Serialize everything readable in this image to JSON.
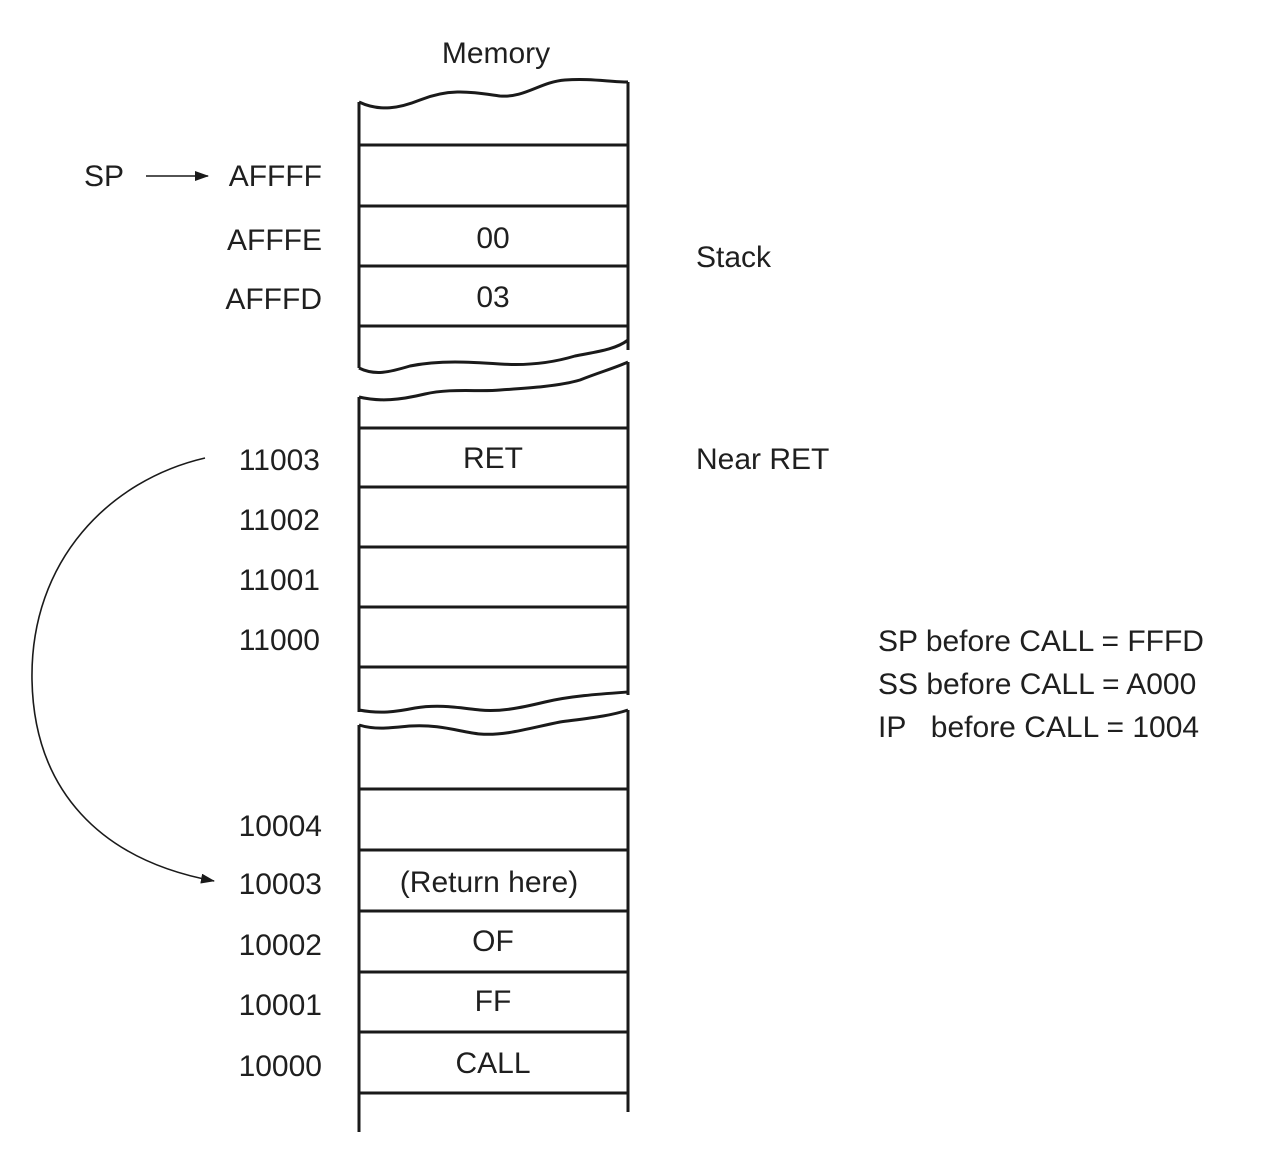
{
  "title": "Memory",
  "sp_pointer": {
    "label": "SP",
    "points_to": "AFFFF"
  },
  "stack_section": {
    "label": "Stack",
    "rows": [
      {
        "address": "AFFFF",
        "value": ""
      },
      {
        "address": "AFFFE",
        "value": "00"
      },
      {
        "address": "AFFFD",
        "value": "03"
      }
    ]
  },
  "ret_section": {
    "label": "Near RET",
    "rows": [
      {
        "address": "11003",
        "value": "RET"
      },
      {
        "address": "11002",
        "value": ""
      },
      {
        "address": "11001",
        "value": ""
      },
      {
        "address": "11000",
        "value": ""
      }
    ]
  },
  "call_section": {
    "rows": [
      {
        "address": "10004",
        "value": ""
      },
      {
        "address": "10003",
        "value": "(Return here)"
      },
      {
        "address": "10002",
        "value": "OF"
      },
      {
        "address": "10001",
        "value": "FF"
      },
      {
        "address": "10000",
        "value": "CALL"
      }
    ]
  },
  "return_arrow": {
    "from": "11003",
    "to": "10003"
  },
  "notes": [
    "SP before CALL = FFFD",
    "SS before CALL = A000",
    "IP   before CALL = 1004"
  ]
}
